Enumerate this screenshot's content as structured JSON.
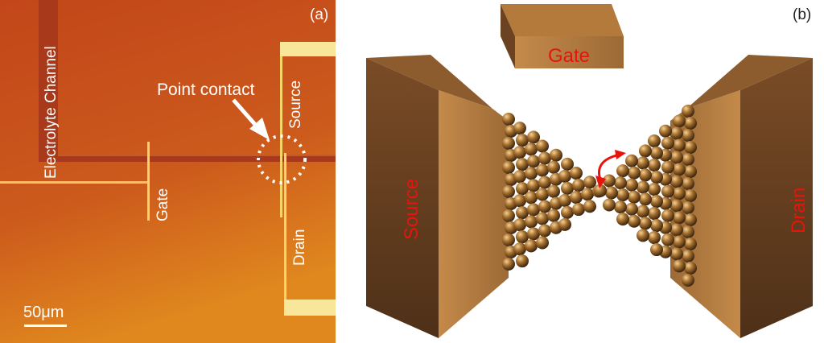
{
  "panel_a": {
    "label": "(a)",
    "labels": {
      "electrolyte_channel": "Electrolyte Channel",
      "point_contact": "Point contact",
      "source": "Source",
      "gate": "Gate",
      "drain": "Drain"
    },
    "scale_bar": "50μm"
  },
  "panel_b": {
    "label": "(b)",
    "gate": "Gate",
    "source": "Source",
    "drain": "Drain"
  },
  "colors": {
    "micrograph_bg": "#c8501a",
    "electrode_bright": "#f8e69a",
    "block_light": "#c98f4e",
    "block_dark": "#6b4322",
    "label_red": "#e8140c"
  }
}
